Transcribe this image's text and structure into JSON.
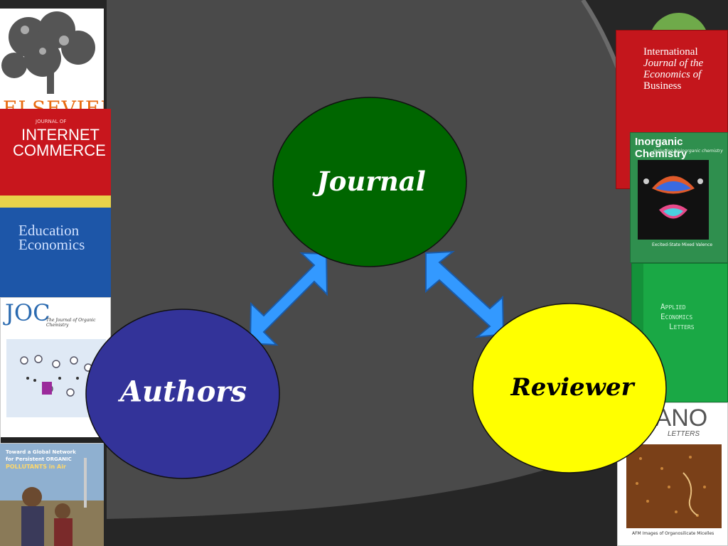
{
  "diagram": {
    "nodes": [
      {
        "id": "journal",
        "label": "Journal",
        "fill": "#006600",
        "text_color": "#ffffff"
      },
      {
        "id": "authors",
        "label": "Authors",
        "fill": "#333399",
        "text_color": "#ffffff"
      },
      {
        "id": "reviewer",
        "label": "Reviewer",
        "fill": "#ffff00",
        "text_color": "#000000"
      }
    ],
    "edges": [
      {
        "from": "authors",
        "to": "journal",
        "direction": "both"
      },
      {
        "from": "journal",
        "to": "reviewer",
        "direction": "both"
      }
    ],
    "arrow_color": "#3399ff"
  },
  "covers": {
    "elsevier": {
      "text": "ELSEVIER"
    },
    "internet_commerce": {
      "small": "JOURNAL OF",
      "line1": "INTERNET",
      "line2": "COMMERCE"
    },
    "education_economics": {
      "line1": "Education",
      "line2": "Economics"
    },
    "joc": {
      "big": "JOC",
      "subtitle": "The Journal of Organic Chemistry"
    },
    "environment": {
      "line1": "Toward a Global Network",
      "line2": "for Persistent ORGANIC",
      "line3": "POLLUTANTS in Air"
    },
    "intl_journal": {
      "line1": "International",
      "line2": "Journal of the",
      "line3": "Economics of",
      "line4": "Business"
    },
    "inorganic": {
      "title": "Inorganic Chemistry",
      "subtitle": "including bioinorganic chemistry",
      "caption": "Excited-State Mixed Valence"
    },
    "applied": {
      "line1": "Applied",
      "line2": "Economics",
      "line3": "Letters"
    },
    "nano": {
      "big": "NANO",
      "small": "LETTERS",
      "caption": "AFM Images of Organosilicate Micelles"
    }
  }
}
